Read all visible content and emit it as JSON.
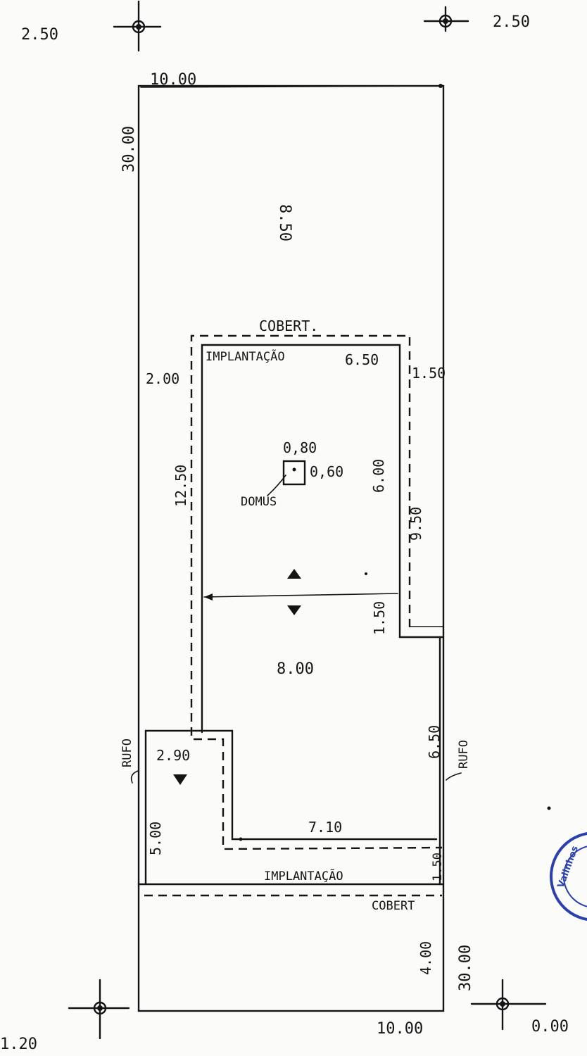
{
  "levels": {
    "top_left": "2.50",
    "top_right": "2.50",
    "bottom_left": "1.20",
    "bottom_right": "0.00"
  },
  "lot": {
    "width_top": "10.00",
    "width_bottom": "10.00",
    "depth_left": "30.00",
    "depth_right": "30.00"
  },
  "front_setback": "8.50",
  "cobert_top": "COBERT.",
  "implantacao_top": "IMPLANTAÇÃO",
  "dims": {
    "inner_width": "6.50",
    "left_offset": "2.00",
    "right_offset": "1.50",
    "cobert_depth": "12.50",
    "house_upper_depth": "6.00",
    "right_cobert_depth": "9.50",
    "step_depth": "1.50",
    "center_width": "8.00",
    "annex_width": "2.90",
    "annex_depth": "5.00",
    "right_lower_depth": "6.50",
    "bottom_width": "7.10",
    "bottom_step": "1.50",
    "rear_setback": "4.00"
  },
  "domus": {
    "label": "DOMUS",
    "width": "0,80",
    "height": "0,60"
  },
  "rufo_left": "RUFO",
  "rufo_right": "RUFO",
  "implantacao_bottom": "IMPLANTAÇÃO",
  "cobert_bottom": "COBERT",
  "stamp": {
    "text": "Valinhos",
    "color": "#2a3fb0"
  }
}
